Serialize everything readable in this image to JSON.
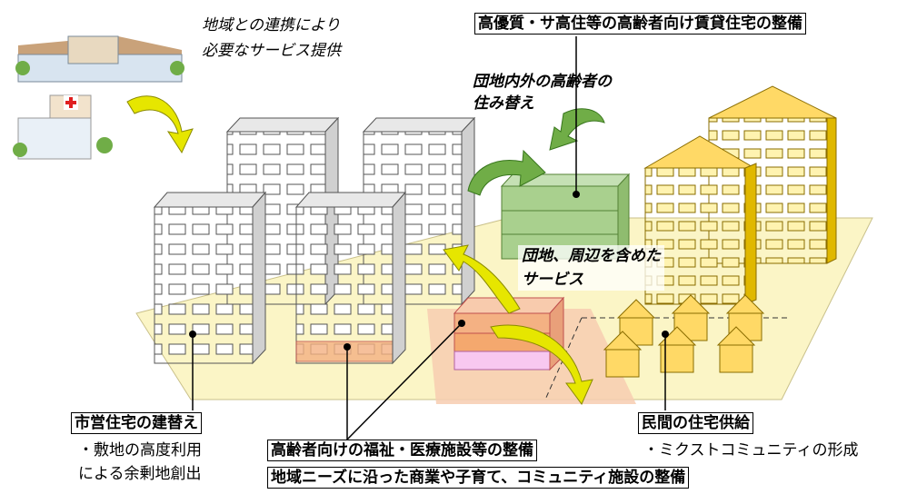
{
  "labels": {
    "collab": [
      "地域との連携により",
      "必要なサービス提供"
    ],
    "rental_housing": "高優質・サ高住等の高齢者向け賃貸住宅の整備",
    "relocation": [
      "団地内外の高齢者の",
      "住み替え"
    ],
    "area_service": [
      "団地、周辺を含めた",
      "サービス"
    ],
    "rebuild": "市営住宅の建替え",
    "rebuild_notes": [
      "・敷地の高度利用",
      "による余剰地創出"
    ],
    "welfare": "高齢者向けの福祉・医療施設等の整備",
    "community": "地域ニーズに沿った商業や子育て、コミュニティ施設の整備",
    "private_supply": "民間の住宅供給",
    "mixed": "・ミクストコミュニティの形成"
  },
  "colors": {
    "ground": "#fbf5c6",
    "green": "#a9d08e",
    "orange": "#f4b183",
    "pink": "#f8c8f0",
    "gold": "#ffd966",
    "arrow": "#e6e600"
  }
}
